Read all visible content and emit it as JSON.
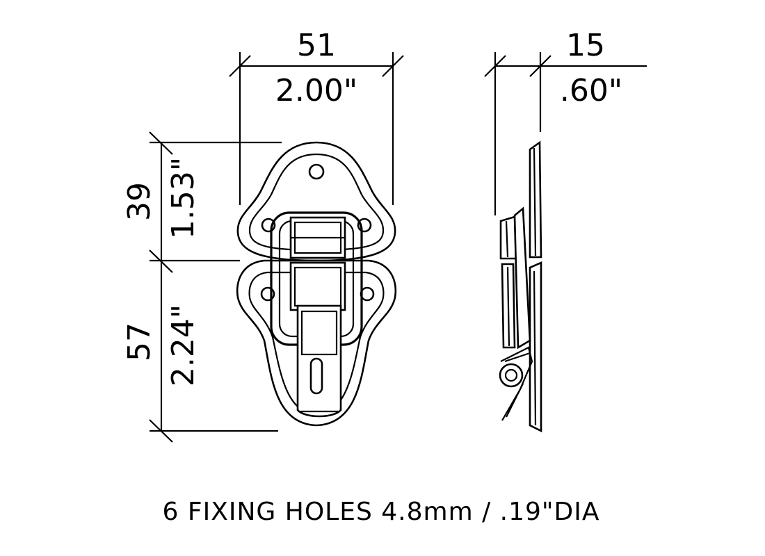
{
  "dimensions": {
    "width_mm": "51",
    "width_in": "2.00\"",
    "depth_mm": "15",
    "depth_in": ".60\"",
    "upper_height_mm": "39",
    "upper_height_in": "1.53\"",
    "lower_height_mm": "57",
    "lower_height_in": "2.24\""
  },
  "note": "6  FIXING  HOLES 4.8mm / .19\"DIA"
}
